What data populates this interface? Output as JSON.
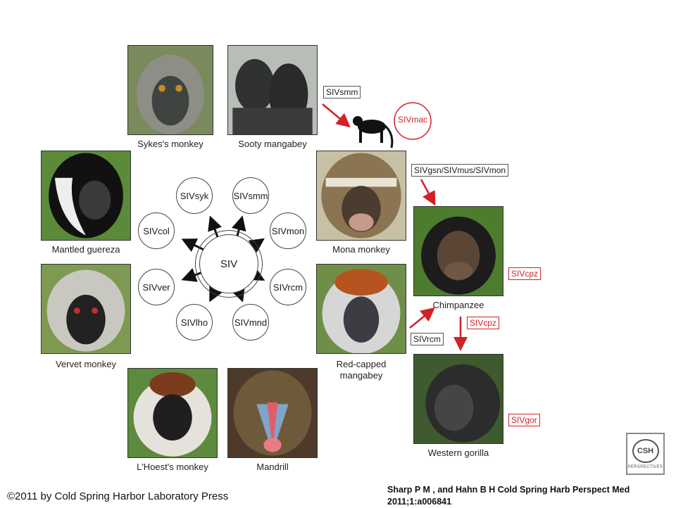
{
  "species": {
    "sykes": "Sykes's monkey",
    "sooty": "Sooty mangabey",
    "guereza": "Mantled guereza",
    "mona": "Mona monkey",
    "vervet": "Vervet monkey",
    "redcapped": "Red-capped\nmangabey",
    "lhoest": "L'Hoest's monkey",
    "mandrill": "Mandrill",
    "chimp": "Chimpanzee",
    "gorilla": "Western gorilla"
  },
  "ring": {
    "center": "SIV",
    "viruses": [
      "SIVsyk",
      "SIVsmm",
      "SIVmon",
      "SIVrcm",
      "SIVmnd",
      "SIVlho",
      "SIVver",
      "SIVcol"
    ]
  },
  "transmissions": {
    "smm": "SIVsmm",
    "mac": "SIVmac",
    "gsn": "SIVgsn/SIVmus/SIVmon",
    "rcm": "SIVrcm",
    "cpz_mid": "SIVcpz",
    "cpz_side": "SIVcpz",
    "gor": "SIVgor"
  },
  "colors": {
    "accent_red": "#d41f26"
  },
  "footer": {
    "copyright": "©2011 by Cold Spring Harbor Laboratory Press",
    "citation_line1": "Sharp P M , and Hahn B H Cold Spring Harb Perspect Med",
    "citation_line2": "2011;1:a006841"
  },
  "logo": {
    "text": "CSH",
    "sub": "PERSPECTIVES"
  }
}
